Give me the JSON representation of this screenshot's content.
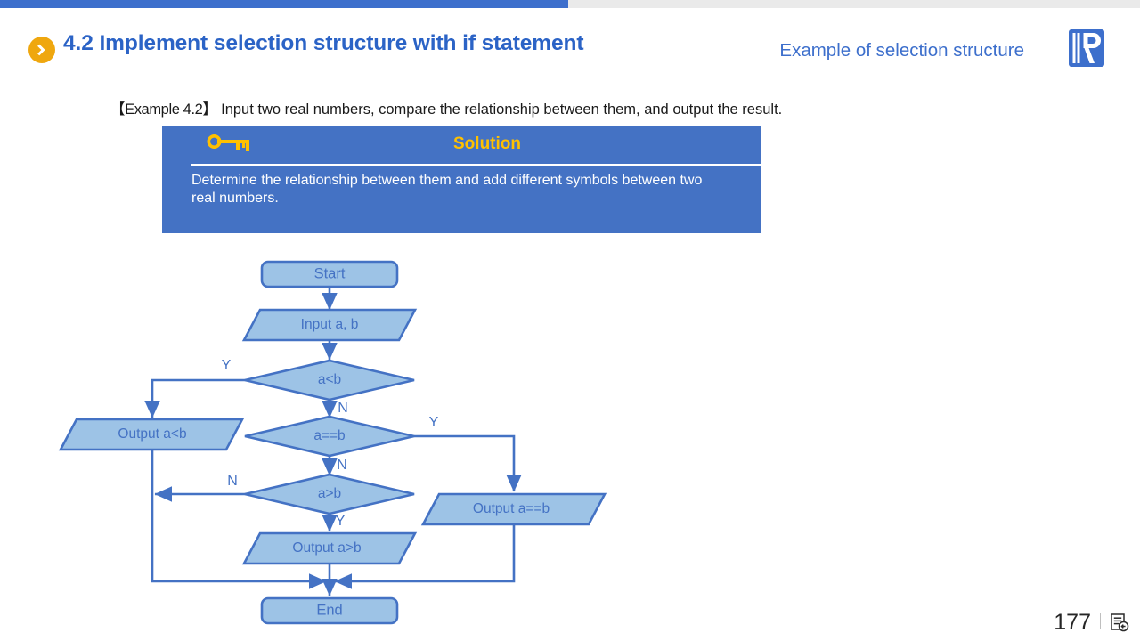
{
  "topbar": {
    "progress_percent": 50,
    "fill_color": "#3D6FCC",
    "track_color": "#EAEAEA"
  },
  "header": {
    "bullet_icon": "chevron-right-icon",
    "bullet_color": "#EFA70F",
    "title": "4.2 Implement selection structure with if statement",
    "title_color": "#2B63C6",
    "subtitle": "Example of selection structure",
    "subtitle_color": "#3D6FCC",
    "logo_icon": "book-r-logo-icon",
    "logo_color": "#3D6FCC"
  },
  "example": {
    "tag": "【Example 4.2】",
    "text": " Input two real numbers, compare the relationship between them, and output the result."
  },
  "solution": {
    "icon": "key-icon",
    "icon_color": "#FFC000",
    "title": "Solution",
    "title_color": "#FFC000",
    "panel_color": "#4472C4",
    "body": "Determine the relationship between them and add different symbols between two real numbers."
  },
  "flowchart": {
    "fill_color": "#9DC3E6",
    "stroke_color": "#4472C4",
    "text_color": "#4472C4",
    "nodes": [
      {
        "id": "start",
        "shape": "terminator",
        "label": "Start"
      },
      {
        "id": "input",
        "shape": "parallelogram",
        "label": "Input a, b"
      },
      {
        "id": "cond_lt",
        "shape": "diamond",
        "label": "a<b"
      },
      {
        "id": "out_lt",
        "shape": "parallelogram",
        "label": "Output a<b"
      },
      {
        "id": "cond_eq",
        "shape": "diamond",
        "label": "a==b"
      },
      {
        "id": "out_eq",
        "shape": "parallelogram",
        "label": "Output a==b"
      },
      {
        "id": "cond_gt",
        "shape": "diamond",
        "label": "a>b"
      },
      {
        "id": "out_gt",
        "shape": "parallelogram",
        "label": "Output a>b"
      },
      {
        "id": "end",
        "shape": "terminator",
        "label": "End"
      }
    ],
    "branch_labels": [
      {
        "id": "lt_yes",
        "label": "Y",
        "from": "cond_lt",
        "branch": "yes"
      },
      {
        "id": "lt_no",
        "label": "N",
        "from": "cond_lt",
        "branch": "no"
      },
      {
        "id": "eq_yes",
        "label": "Y",
        "from": "cond_eq",
        "branch": "yes"
      },
      {
        "id": "eq_no",
        "label": "N",
        "from": "cond_eq",
        "branch": "no"
      },
      {
        "id": "gt_no",
        "label": "N",
        "from": "cond_gt",
        "branch": "no"
      },
      {
        "id": "gt_yes",
        "label": "Y",
        "from": "cond_gt",
        "branch": "yes"
      }
    ]
  },
  "footer": {
    "page_number": "177",
    "icon": "document-back-icon"
  }
}
